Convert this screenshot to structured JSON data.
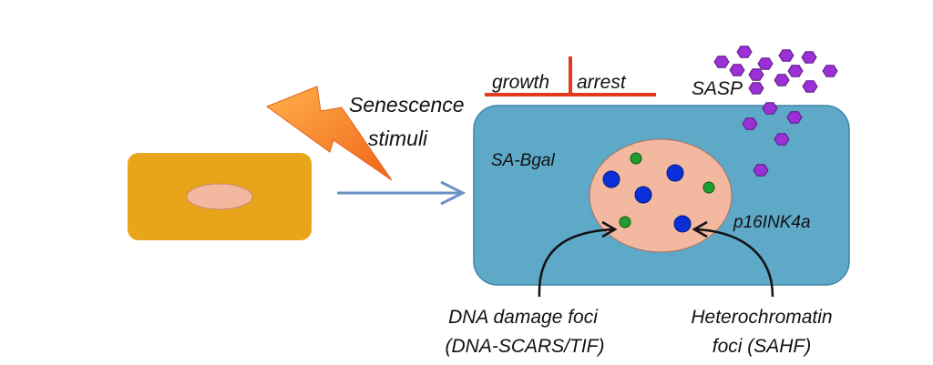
{
  "labels": {
    "stimuli_line1": "Senescence",
    "stimuli_line2": "stimuli",
    "growth": "growth",
    "arrest": "arrest",
    "sasp": "SASP",
    "sa_bgal": "SA-Bgal",
    "p16": "p16INK4a",
    "dna_line1": "DNA damage foci",
    "dna_line2": "(DNA-SCARS/TIF)",
    "het_line1": "Heterochromatin",
    "het_line2": "foci (SAHF)"
  },
  "colors": {
    "normal_cell": "#e8a51a",
    "nucleus": "#f2b8a0",
    "senescent_cell": "#5ea8c8",
    "arrow": "#6a93c4",
    "growth_arrest": "#e23a1a",
    "lightning": "#f4781c",
    "sasp": "#9b30d6",
    "foci_blue": "#0a2fd8",
    "foci_green": "#1e9e2e",
    "pointer": "#111111"
  },
  "icons": {
    "stimulus": "lightning-bolt-icon",
    "secreted_factor": "hexagon-icon"
  }
}
